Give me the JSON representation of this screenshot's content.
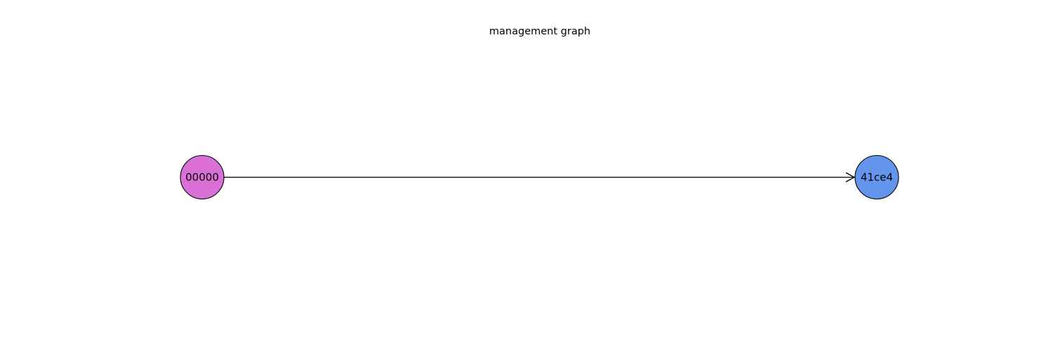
{
  "title": "management graph",
  "nodes": [
    {
      "id": "src",
      "label": "00000",
      "color": "#da70d6"
    },
    {
      "id": "dst",
      "label": "41ce4",
      "color": "#6495ed"
    }
  ],
  "edges": [
    {
      "from": "00000",
      "to": "41ce4",
      "directed": true
    }
  ],
  "stroke_color": "#000000"
}
